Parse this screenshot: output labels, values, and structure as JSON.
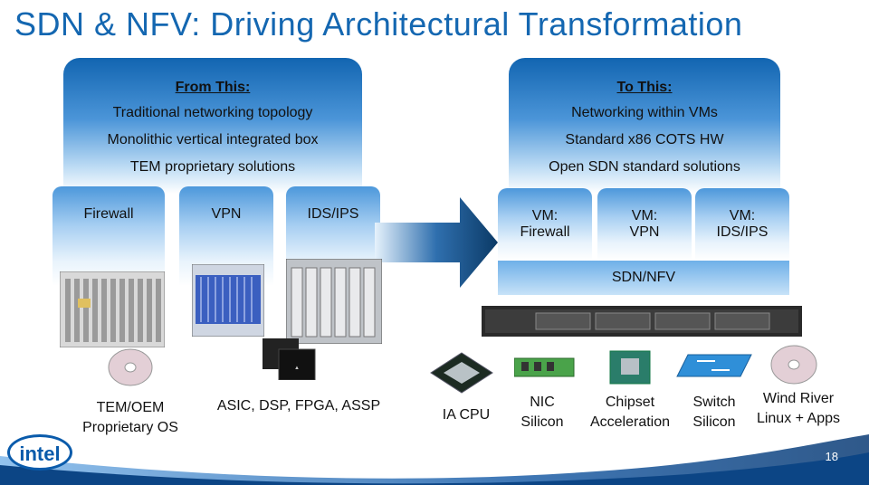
{
  "slide": {
    "title": "SDN & NFV: Driving Architectural Transformation",
    "page_number": "18",
    "logo_text": "intel"
  },
  "from": {
    "heading": "From This:",
    "lines": [
      "Traditional networking topology",
      "Monolithic vertical integrated box",
      "TEM proprietary solutions"
    ],
    "boxes": [
      "Firewall",
      "VPN",
      "IDS/IPS"
    ]
  },
  "to": {
    "heading": "To This:",
    "lines": [
      "Networking within VMs",
      "Standard x86 COTS HW",
      "Open SDN standard solutions"
    ],
    "boxes": [
      {
        "line1": "VM:",
        "line2": "Firewall"
      },
      {
        "line1": "VM:",
        "line2": "VPN"
      },
      {
        "line1": "VM:",
        "line2": "IDS/IPS"
      }
    ],
    "bar": "SDN/NFV"
  },
  "bottom_labels": {
    "tem_os": [
      "TEM/OEM",
      "Proprietary OS"
    ],
    "asic": "ASIC, DSP, FPGA, ASSP",
    "ia_cpu": "IA CPU",
    "nic": [
      "NIC",
      "Silicon"
    ],
    "chipset": [
      "Chipset",
      "Acceleration"
    ],
    "switch": [
      "Switch",
      "Silicon"
    ],
    "windriver": [
      "Wind River",
      "Linux + Apps"
    ]
  },
  "colors": {
    "title": "#1467b1",
    "panel_top": "#1265b1",
    "arrow": "#0b3a66"
  }
}
